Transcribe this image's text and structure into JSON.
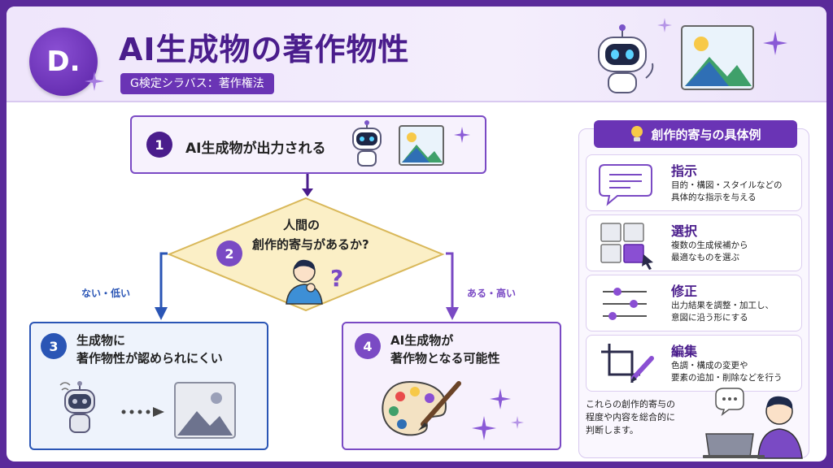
{
  "header": {
    "logo_text": "D.",
    "title": "AI生成物の著作物性",
    "subtitle": "G検定シラバス：著作権法"
  },
  "flow": {
    "step1": {
      "num": "1",
      "text": "AI生成物が出力される"
    },
    "step2": {
      "num": "2",
      "line1": "人間の",
      "line2": "創作的寄与があるか?"
    },
    "step3": {
      "num": "3",
      "line1": "生成物に",
      "line2": "著作物性が認められにくい"
    },
    "step4": {
      "num": "4",
      "line1": "AI生成物が",
      "line2": "著作物となる可能性"
    },
    "label_no": "ない・低い",
    "label_yes": "ある・高い"
  },
  "sidebar": {
    "title": "創作的寄与の具体例",
    "items": [
      {
        "heading": "指示",
        "desc1": "目的・構図・スタイルなどの",
        "desc2": "具体的な指示を与える"
      },
      {
        "heading": "選択",
        "desc1": "複数の生成候補から",
        "desc2": "最適なものを選ぶ"
      },
      {
        "heading": "修正",
        "desc1": "出力結果を調整・加工し、",
        "desc2": "意図に沿う形にする"
      },
      {
        "heading": "編集",
        "desc1": "色調・構成の変更や",
        "desc2": "要素の追加・削除などを行う"
      }
    ],
    "note1": "これらの創作的寄与の",
    "note2": "程度や内容を総合的に",
    "note3": "判断します。"
  },
  "colors": {
    "primary": "#6a34b5",
    "blue": "#2a55b5",
    "diamond": "#fbefc6"
  }
}
